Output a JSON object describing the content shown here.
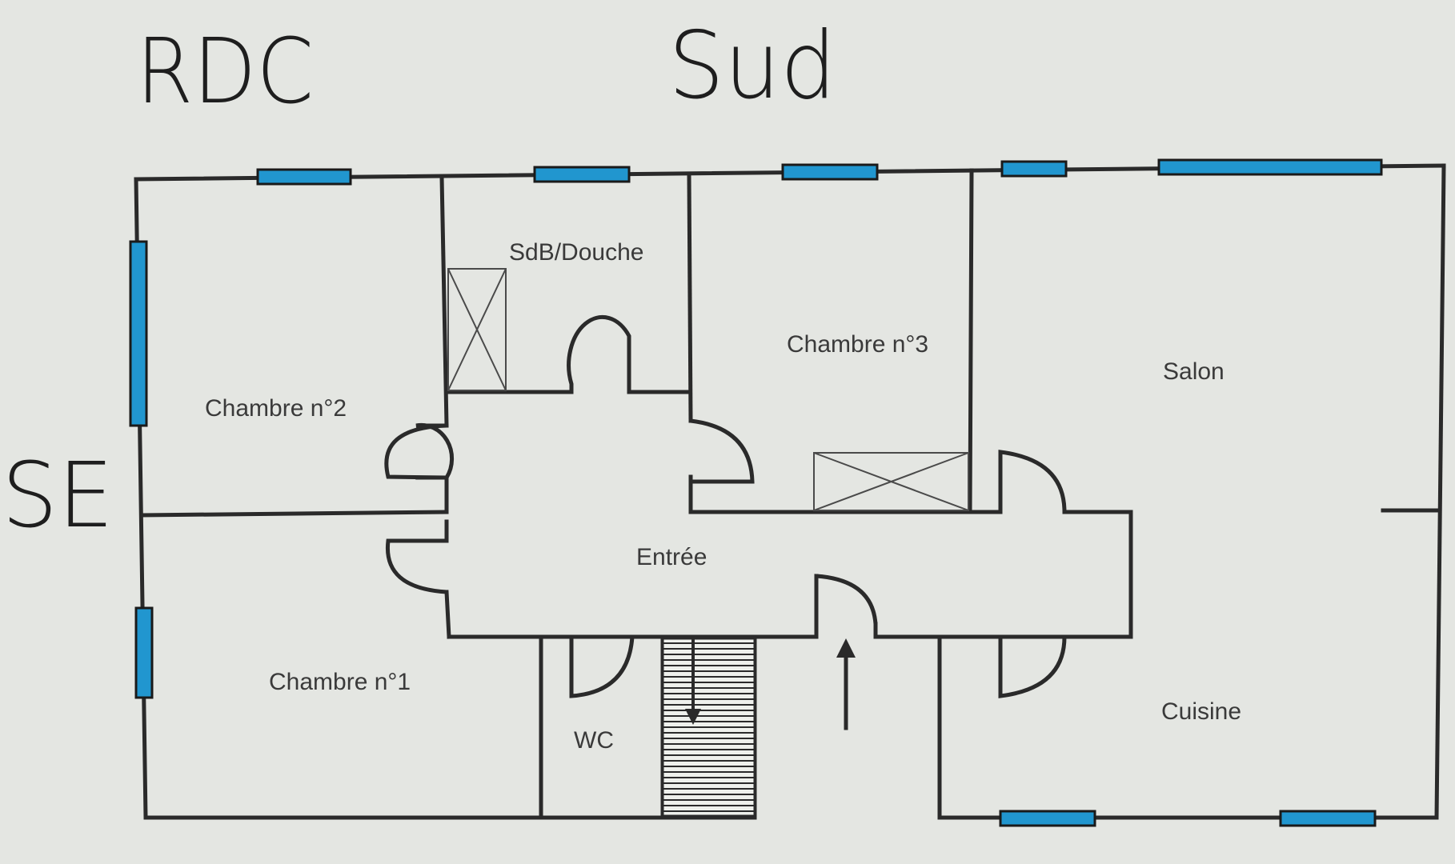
{
  "plan": {
    "floor_label": "RDC",
    "orientation_top": "Sud",
    "orientation_left": "SE",
    "colors": {
      "background": "#e4e6e2",
      "wall": "#2a2a2a",
      "window": "#2196cf"
    },
    "rooms": [
      {
        "key": "chambre2",
        "label": "Chambre n°2"
      },
      {
        "key": "sdb",
        "label": "SdB/Douche"
      },
      {
        "key": "chambre3",
        "label": "Chambre n°3"
      },
      {
        "key": "salon",
        "label": "Salon"
      },
      {
        "key": "entree",
        "label": "Entrée"
      },
      {
        "key": "chambre1",
        "label": "Chambre n°1"
      },
      {
        "key": "wc",
        "label": "WC"
      },
      {
        "key": "cuisine",
        "label": "Cuisine"
      }
    ]
  }
}
